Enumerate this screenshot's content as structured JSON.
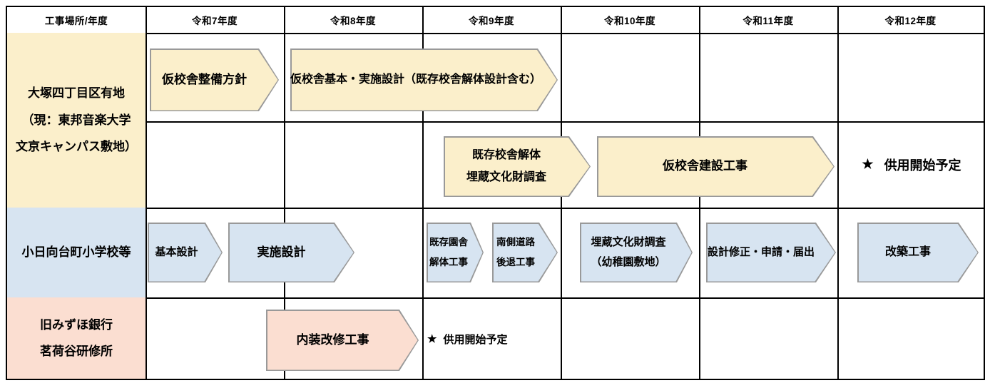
{
  "header": {
    "cells": [
      "工事場所/年度",
      "令和7年度",
      "令和8年度",
      "令和9年度",
      "令和10年度",
      "令和11年度",
      "令和12年度"
    ]
  },
  "sites": [
    {
      "label": "大塚四丁目区有地\n（現：東邦音楽大学\n文京キャンパス敷地）",
      "bars_top": [
        "仮校舎整備方針",
        "仮校舎基本・実施設計（既存校舎解体設計含む）"
      ],
      "bars_bottom": [
        "既存校舎解体\n埋蔵文化財調査",
        "仮校舎建設工事"
      ],
      "note": "供用開始予定"
    },
    {
      "label": "小日向台町小学校等",
      "bars": [
        "基本設計",
        "実施設計",
        "既存園舎\n解体工事",
        "南側道路\n後退工事",
        "埋蔵文化財調査\n（幼稚園敷地）",
        "設計修正・申請・届出",
        "改築工事"
      ]
    },
    {
      "label": "旧みずほ銀行\n茗荷谷研修所",
      "bars": [
        "内装改修工事"
      ],
      "note": "供用開始予定"
    }
  ],
  "notes": {
    "star": "★"
  },
  "colors": {
    "c-yellow": "#FBEFCB",
    "c-blue": "#D7E4F1",
    "c-pink": "#FBDED1",
    "c-border": "#999999",
    "c-grid": "#000000"
  }
}
